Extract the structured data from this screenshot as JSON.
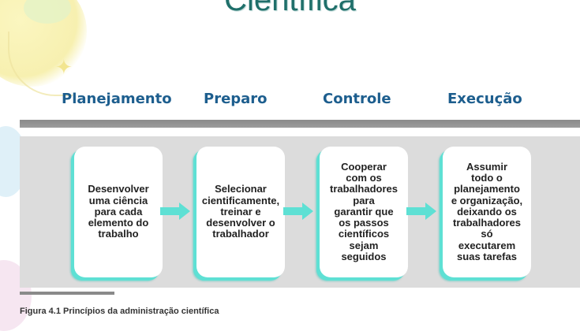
{
  "title": "Científica",
  "phases": [
    "Planejamento",
    "Preparo",
    "Controle",
    "Execução"
  ],
  "boxes": [
    "Desenvolver\numa ciência\npara cada\nelemento do\ntrabalho",
    "Selecionar\ncientificamente,\ntreinar e\ndesenvolver o\ntrabalhador",
    "Cooperar\ncom os\ntrabalhadores\npara\ngarantir que\nos passos\ncientíficos\nsejam\nseguidos",
    "Assumir\ntodo o\nplanejamento\ne organização,\ndeixando os\ntrabalhadores\nsó\nexecutarem\nsuas tarefas"
  ],
  "caption": "Figura 4.1 Princípios da administração científica",
  "colors": {
    "title": "#1f6f6a",
    "phase": "#1d5e8e",
    "arrow": "#5ee0d4",
    "box_shadow": "#5ee0d4",
    "panel": "#dcdcdc",
    "bar": "#8a8a8a"
  }
}
